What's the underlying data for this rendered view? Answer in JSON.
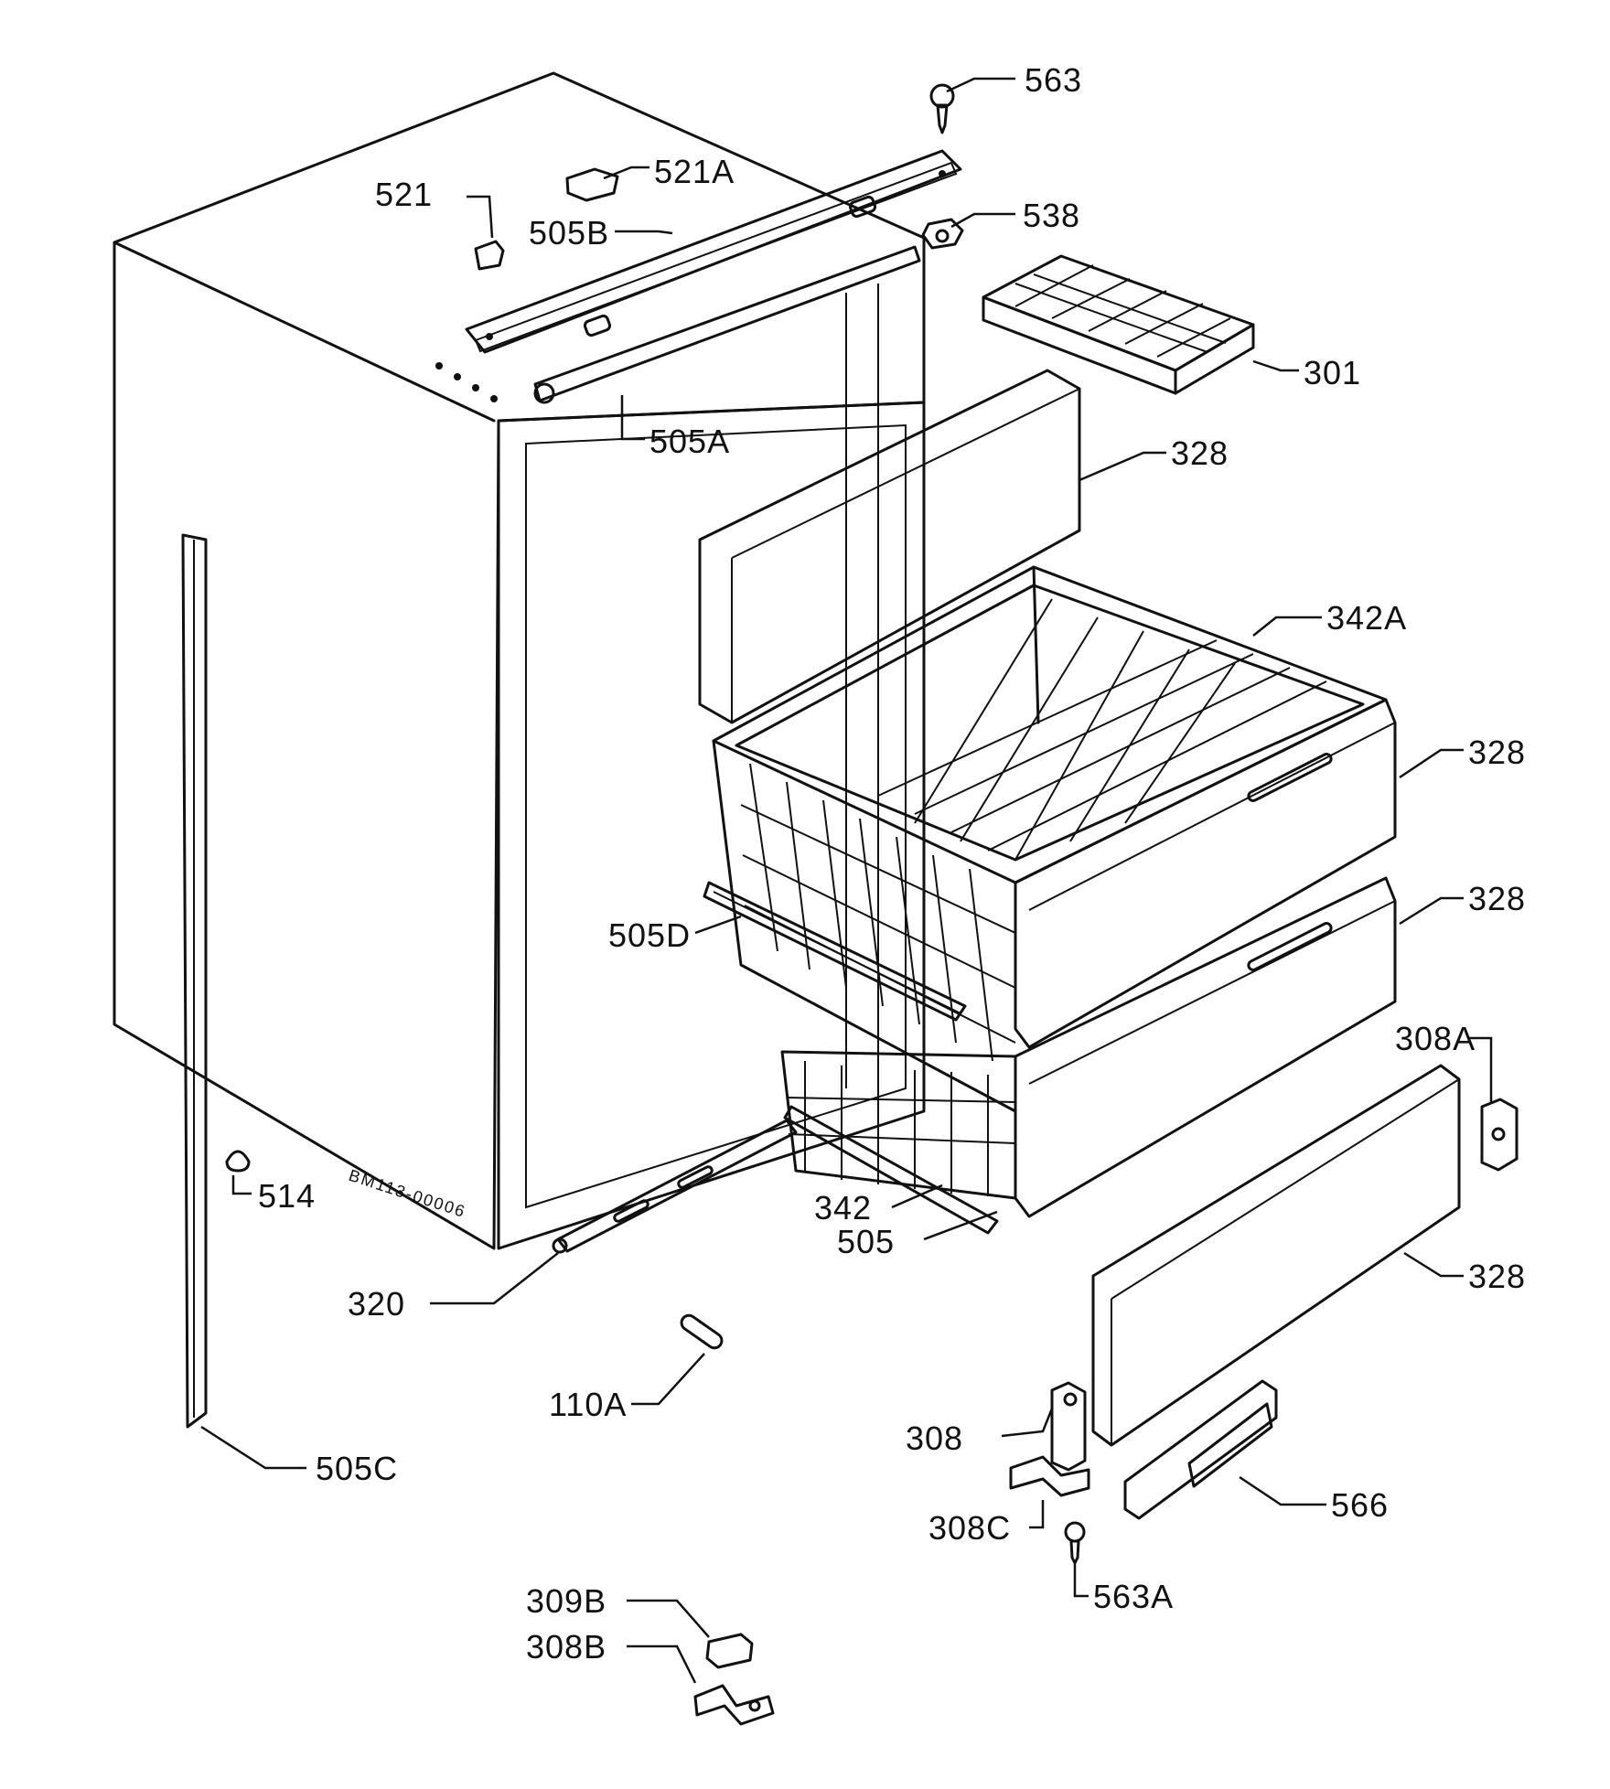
{
  "callouts": {
    "p563": "563",
    "p521a": "521A",
    "p521": "521",
    "p505b": "505B",
    "p538": "538",
    "p301": "301",
    "p505a": "505A",
    "p328_top": "328",
    "p342a": "342A",
    "p328_mid1": "328",
    "p328_mid2": "328",
    "p505d": "505D",
    "p308a": "308A",
    "p514": "514",
    "p342": "342",
    "p505": "505",
    "p328_low": "328",
    "p320": "320",
    "p110a": "110A",
    "p308": "308",
    "p566": "566",
    "p505c": "505C",
    "p308c": "308C",
    "p563a": "563A",
    "p309b": "309B",
    "p308b": "308B"
  },
  "stamp_text": "BM113-00006"
}
